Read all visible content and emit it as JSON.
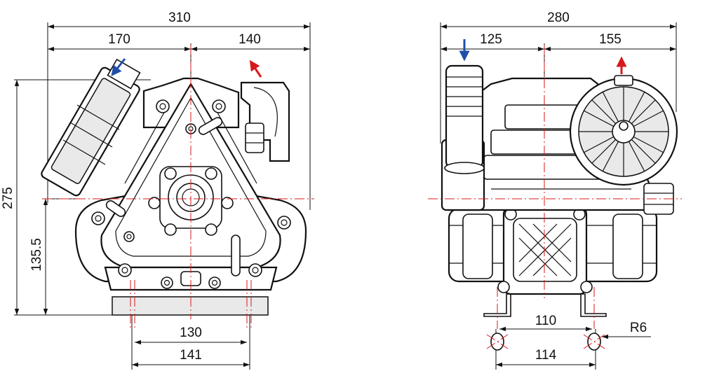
{
  "dimensions": {
    "front": {
      "overall_width": "310",
      "left_width": "170",
      "right_width": "140",
      "overall_height": "275",
      "center_height": "135.5",
      "foot_inner": "130",
      "foot_outer": "141"
    },
    "side": {
      "overall_width": "280",
      "left_width": "125",
      "right_width": "155",
      "hole_inner": "110",
      "hole_outer": "114",
      "radius": "R6"
    }
  },
  "colors": {
    "inlet_arrow": "#1f4fa8",
    "outlet_arrow": "#d7191c",
    "centerline": "#d7191c",
    "lines": "#111111",
    "shading": "#e9e9e9"
  },
  "icons": {
    "inlet": "arrow-down-icon",
    "outlet": "arrow-up-icon"
  }
}
